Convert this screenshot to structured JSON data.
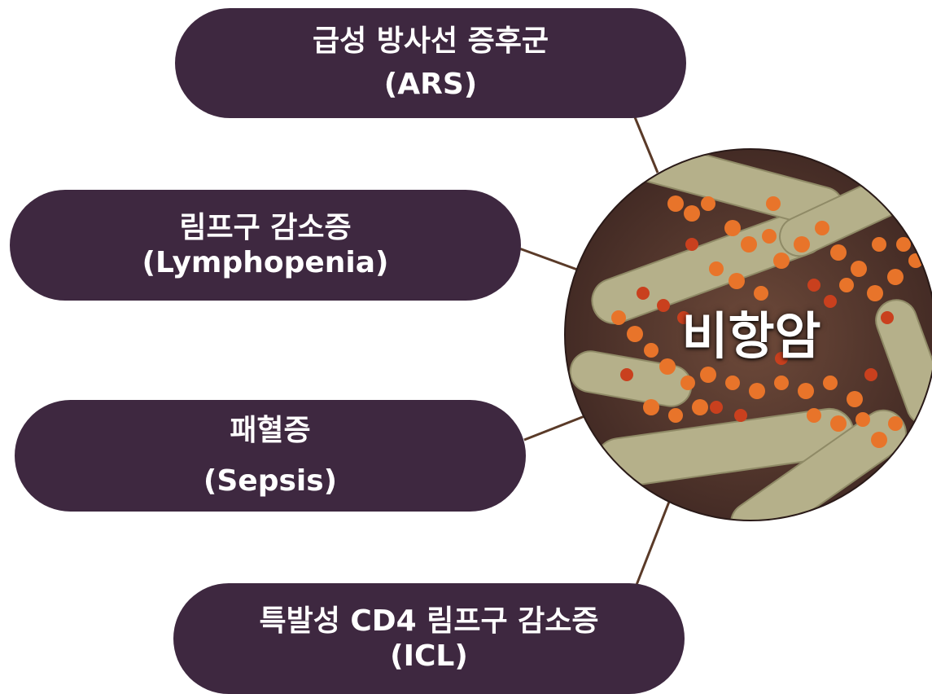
{
  "center": {
    "label": "비항암"
  },
  "nodes": [
    {
      "id": "ars",
      "line1": "급성 방사선 증후군",
      "line2": "(ARS)"
    },
    {
      "id": "lym",
      "line1": "림프구 감소증",
      "line2": "(Lymphopenia)"
    },
    {
      "id": "sep",
      "line1": "패혈증",
      "line2": "(Sepsis)"
    },
    {
      "id": "icl",
      "line1": "특발성 CD4 림프구 감소증",
      "line2": "(ICL)"
    }
  ],
  "colors": {
    "pill": "#3e2840",
    "connector": "#5a3a28",
    "text": "#ffffff"
  }
}
